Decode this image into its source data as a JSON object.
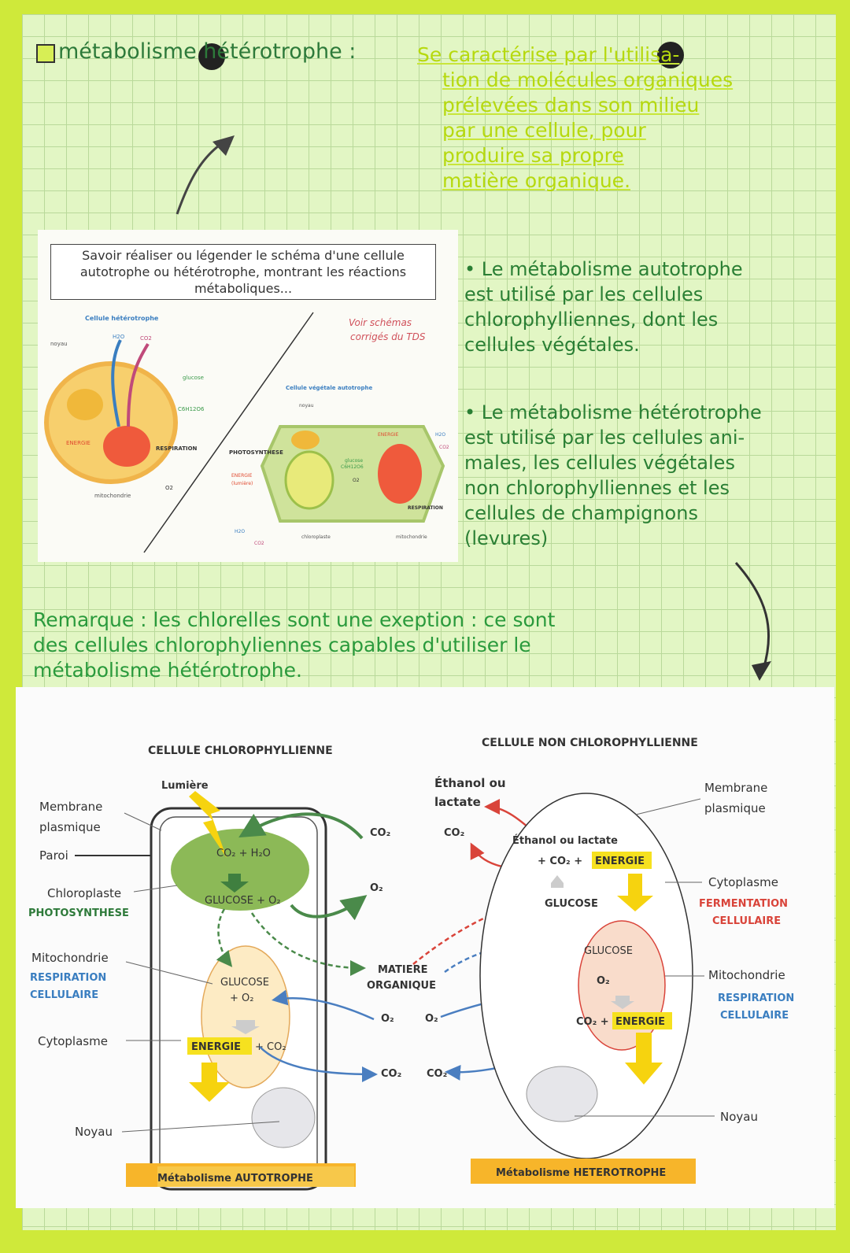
{
  "colors": {
    "border": "#cfe93a",
    "paper": "#e2f6c4",
    "ink_green": "#2a7f34",
    "highlighter": "#b6d90e"
  },
  "heading": {
    "title": "métabolisme hétérotrophe :",
    "definition": [
      "Se caractérise par l'utilisa-",
      "tion de molécules organiques",
      "prélevées dans son milieu",
      "par une cellule, pour",
      "produire sa propre",
      "matière organique."
    ]
  },
  "bullets": [
    {
      "lines": [
        "• Le métabolisme autotrophe",
        "est utilisé par les cellules",
        "chlorophylliennes, dont les",
        "cellules végétales."
      ]
    },
    {
      "lines": [
        "• Le métabolisme hétérotrophe",
        "est utilisé par les cellules ani-",
        "males, les cellules végétales",
        "non chlorophylliennes et les",
        "cellules de champignons",
        "(levures)"
      ]
    }
  ],
  "remark": [
    "Remarque : les chlorelles sont une exeption : ce sont",
    "des cellules chlorophyliennes capables d'utiliser le",
    "métabolisme hétérotrophe."
  ],
  "top_figure": {
    "title": "Savoir réaliser ou légender le schéma d'une cellule autotrophe ou hétérotrophe, montrant les réactions métaboliques...",
    "note": [
      "Voir schémas",
      "corrigés du TDS"
    ],
    "hetero": {
      "title": "Cellule hétérotrophe",
      "noyau": "noyau",
      "h2o": "H2O",
      "co2": "CO2",
      "glucose": "glucose",
      "formula": "C6H12O6",
      "energie": "ENERGIE",
      "respiration": "RESPIRATION",
      "o2": "O2",
      "mito": "mitochondrie"
    },
    "auto": {
      "title": "Cellule végétale autotrophe",
      "noyau": "noyau",
      "photosynthese": "PHOTOSYNTHESE",
      "energie": "ENERGIE",
      "lumiere": "(lumière)",
      "glucose": "glucose",
      "formula": "C6H12O6",
      "o2": "O2",
      "h2o_out": "H2O",
      "co2_out": "CO2",
      "energie2": "ENERGIE",
      "respiration": "RESPIRATION",
      "h2o": "H2O",
      "co2": "CO2",
      "chloro": "chloroplaste",
      "mito": "mitochondrie"
    }
  },
  "bottom_figure": {
    "left_title": "CELLULE CHLOROPHYLLIENNE",
    "right_title": "CELLULE NON CHLOROPHYLLIENNE",
    "left_labels": {
      "membrane": [
        "Membrane",
        "plasmique"
      ],
      "paroi": "Paroi",
      "chloroplaste": "Chloroplaste",
      "photosynthese": "PHOTOSYNTHESE",
      "mitochondrie": "Mitochondrie",
      "respiration": [
        "RESPIRATION",
        "CELLULAIRE"
      ],
      "cytoplasme": "Cytoplasme",
      "noyau": "Noyau",
      "lumiere": "Lumière"
    },
    "left_inner": {
      "co2_h2o": "CO₂ + H₂O",
      "glucose_o2": "GLUCOSE + O₂",
      "glucose": "GLUCOSE",
      "plus_o2": "+ O₂",
      "energie": "ENERGIE",
      "plus_co2": "+ CO₂"
    },
    "middle": {
      "co2_top": "CO₂",
      "o2_top": "O₂",
      "matiere": [
        "MATIERE",
        "ORGANIQUE"
      ],
      "o2_left": "O₂",
      "o2_right": "O₂",
      "co2_left": "CO₂",
      "co2_right": "CO₂"
    },
    "right_labels": {
      "ethanol": [
        "Éthanol ou",
        "lactate"
      ],
      "co2": "CO₂",
      "membrane": [
        "Membrane",
        "plasmique"
      ],
      "cytoplasme": "Cytoplasme",
      "fermentation": [
        "FERMENTATION",
        "CELLULAIRE"
      ],
      "mitochondrie": "Mitochondrie",
      "respiration": [
        "RESPIRATION",
        "CELLULAIRE"
      ],
      "noyau": "Noyau"
    },
    "right_inner": {
      "ethanol_lactate": "Éthanol ou lactate",
      "plus_co2": "+ CO₂ +",
      "energie": "ENERGIE",
      "glucose": "GLUCOSE",
      "glucose_mito": "GLUCOSE",
      "o2": "O₂",
      "co2_plus": "CO₂ +",
      "energie2": "ENERGIE"
    },
    "left_footer": "Métabolisme AUTOTROPHE",
    "right_footer": "Métabolisme HETEROTROPHE"
  }
}
